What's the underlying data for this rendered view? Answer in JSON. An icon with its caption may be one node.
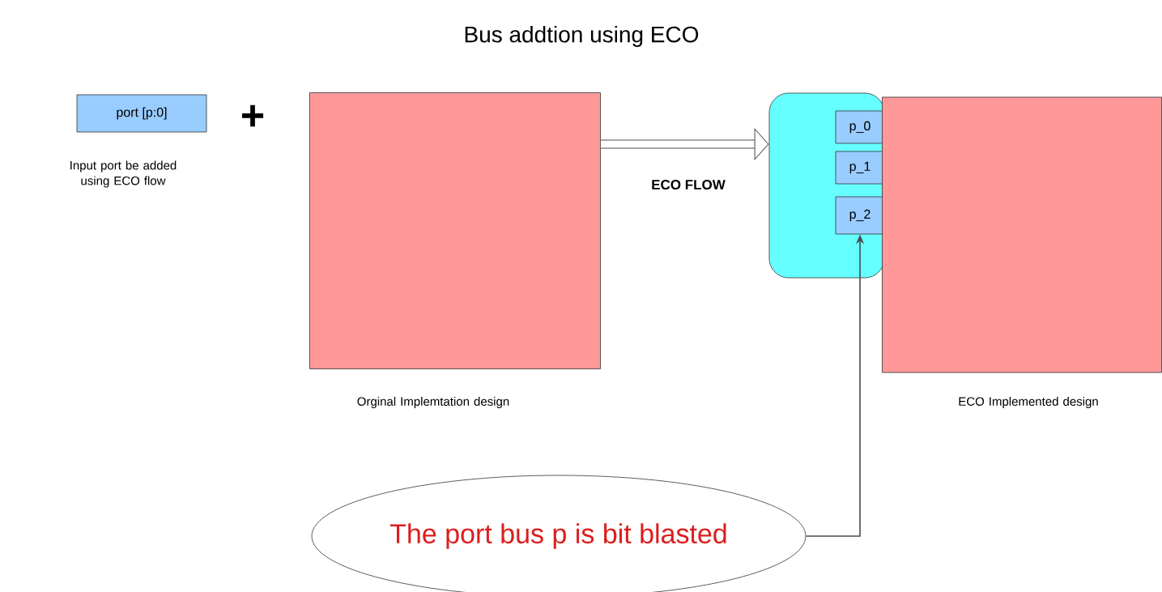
{
  "diagram": {
    "title": "Bus addtion using ECO",
    "nodes": [
      {
        "text": [
          "port [p:0]"
        ],
        "beside": [
          "Input port be added using ECO flow"
        ]
      },
      {
        "text": [],
        "shape": "box",
        "beside": [
          "Orginal Implemtation design"
        ]
      },
      {
        "text": [],
        "shape": "box"
      },
      {
        "text": [
          "p_0"
        ],
        "in": 2
      },
      {
        "text": [
          "p_1"
        ],
        "in": 2
      },
      {
        "text": [
          "p_2"
        ],
        "in": 2
      },
      {
        "text": [],
        "shape": "box",
        "beside": [
          "ECO Implemented design"
        ]
      },
      {
        "text": [
          "The port bus p is bit blasted"
        ]
      }
    ],
    "edges": [
      {
        "from": 1,
        "to": 2,
        "arrow": "to",
        "label": "ECO FLOW",
        "style": "thick"
      },
      {
        "from": 7,
        "to": 5,
        "arrow": "to"
      }
    ],
    "labels": [
      "+"
    ]
  }
}
